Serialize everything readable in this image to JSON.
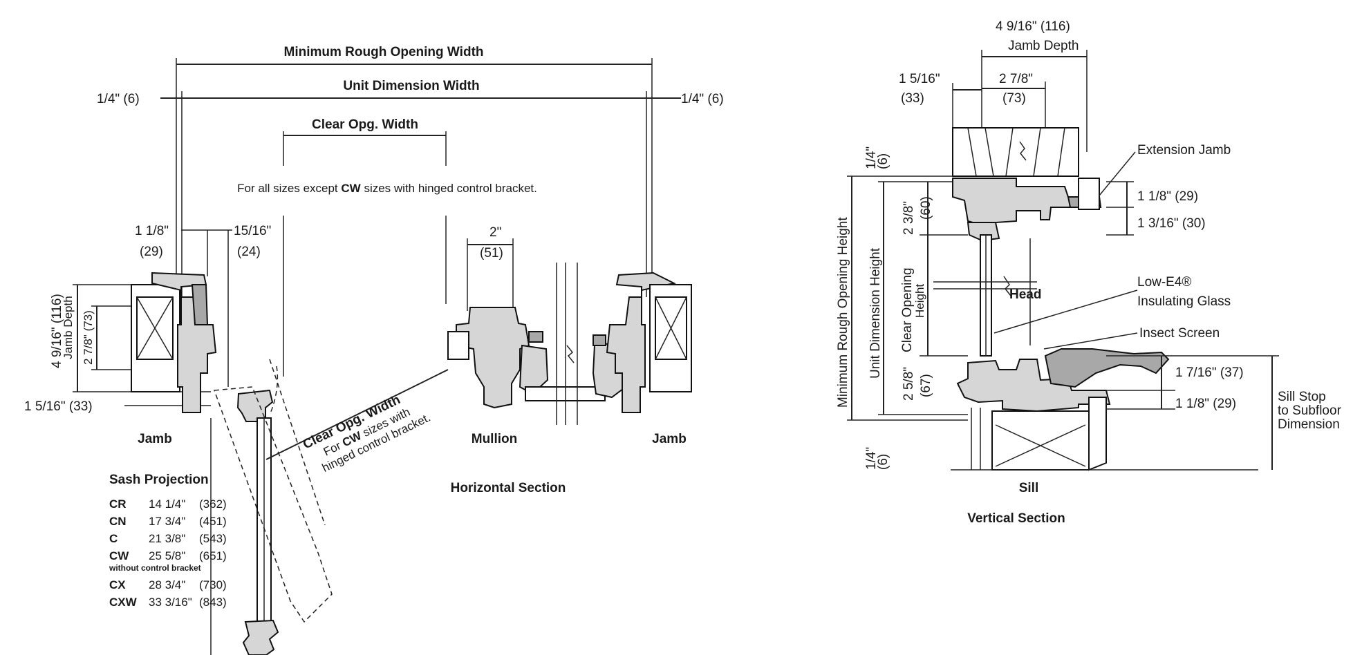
{
  "horizontal": {
    "min_rough_opening_width": "Minimum Rough Opening Width",
    "unit_dimension_width": "Unit Dimension Width",
    "left_gap": "1/4\" (6)",
    "right_gap": "1/4\" (6)",
    "clear_opg_width": "Clear Opg. Width",
    "note_all_sizes_prefix": "For all sizes except ",
    "note_all_sizes_bold": "CW",
    "note_all_sizes_suffix": " sizes with hinged control bracket.",
    "dim_1_1_8": "1 1/8\"",
    "dim_1_1_8_mm": "(29)",
    "dim_15_16": "15/16\"",
    "dim_15_16_mm": "(24)",
    "jamb_depth_total": "4 9/16\" (116)",
    "jamb_depth_label": "Jamb Depth",
    "jamb_depth_inner": "2 7/8\" (73)",
    "dim_1_5_16": "1 5/16\" (33)",
    "jamb_left": "Jamb",
    "jamb_right": "Jamb",
    "clear_opg_width_cw": "Clear Opg. Width",
    "cw_note_1_prefix": "For ",
    "cw_note_1_bold": "CW",
    "cw_note_1_suffix": " sizes with",
    "cw_note_2": "hinged control bracket.",
    "mullion_dim": "2\"",
    "mullion_dim_mm": "(51)",
    "mullion": "Mullion",
    "section_title": "Horizontal Section",
    "sash_projection": {
      "title": "Sash Projection",
      "rows": [
        {
          "code": "CR",
          "inch": "14 1/4\"",
          "mm": "(362)"
        },
        {
          "code": "CN",
          "inch": "17 3/4\"",
          "mm": "(451)"
        },
        {
          "code": "C",
          "inch": "21 3/8\"",
          "mm": "(543)"
        },
        {
          "code": "CW",
          "inch": "25 5/8\"",
          "mm": "(651)"
        },
        {
          "code": "CX",
          "inch": "28 3/4\"",
          "mm": "(730)"
        },
        {
          "code": "CXW",
          "inch": "33 3/16\"",
          "mm": "(843)"
        }
      ],
      "cw_note": "without control bracket"
    }
  },
  "vertical": {
    "jamb_depth_total": "4 9/16\" (116)",
    "jamb_depth_label": "Jamb Depth",
    "dim_1_5_16": "1 5/16\"",
    "dim_1_5_16_mm": "(33)",
    "dim_2_7_8": "2 7/8\"",
    "dim_2_7_8_mm": "(73)",
    "top_gap": "1/4\"",
    "top_gap_mm": "(6)",
    "bottom_gap": "1/4\"",
    "bottom_gap_mm": "(6)",
    "head_dim": "2 3/8\"",
    "head_dim_mm": "(60)",
    "sill_dim": "2 5/8\"",
    "sill_dim_mm": "(67)",
    "min_rough_opening_height": "Minimum Rough Opening Height",
    "unit_dimension_height": "Unit Dimension Height",
    "clear_opening": "Clear Opening",
    "height": "Height",
    "extension_jamb": "Extension Jamb",
    "dim_1_1_8_a": "1 1/8\" (29)",
    "dim_1_3_16": "1 3/16\" (30)",
    "head": "Head",
    "low_e4": "Low-E4®",
    "insulating_glass": "Insulating Glass",
    "insect_screen": "Insect Screen",
    "dim_1_7_16": "1 7/16\" (37)",
    "dim_1_1_8_b": "1 1/8\" (29)",
    "sill_stop_1": "Sill Stop",
    "sill_stop_2": "to Subfloor",
    "sill_stop_3": "Dimension",
    "sill": "Sill",
    "section_title": "Vertical Section"
  }
}
